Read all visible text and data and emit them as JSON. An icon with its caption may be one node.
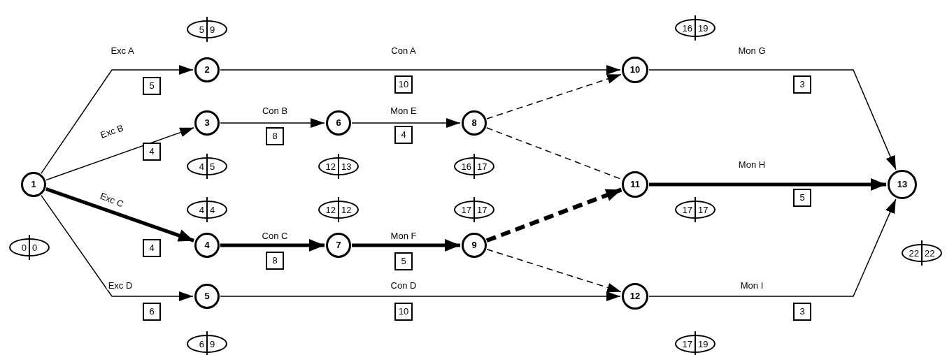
{
  "diagram": {
    "nodes": [
      {
        "text": [
          "1"
        ],
        "beside": [
          "0",
          "0"
        ]
      },
      {
        "text": [
          "2"
        ],
        "beside": [
          "5",
          "9"
        ]
      },
      {
        "text": [
          "3"
        ],
        "beside": [
          "4",
          "5"
        ]
      },
      {
        "text": [
          "4"
        ],
        "beside": [
          "4",
          "4"
        ]
      },
      {
        "text": [
          "5"
        ],
        "beside": [
          "6",
          "9"
        ]
      },
      {
        "text": [
          "6"
        ],
        "beside": [
          "12",
          "13"
        ]
      },
      {
        "text": [
          "7"
        ],
        "beside": [
          "12",
          "12"
        ]
      },
      {
        "text": [
          "8"
        ],
        "beside": [
          "16",
          "17"
        ]
      },
      {
        "text": [
          "9"
        ],
        "beside": [
          "17",
          "17"
        ]
      },
      {
        "text": [
          "10"
        ],
        "beside": [
          "16",
          "19"
        ]
      },
      {
        "text": [
          "11"
        ],
        "beside": [
          "17",
          "17"
        ]
      },
      {
        "text": [
          "12"
        ],
        "beside": [
          "17",
          "19"
        ]
      },
      {
        "text": [
          "13"
        ],
        "beside": [
          "22",
          "22"
        ]
      },
      {
        "text": [
          "5"
        ]
      },
      {
        "text": [
          "10"
        ]
      },
      {
        "text": [
          "4"
        ]
      },
      {
        "text": [
          "8"
        ]
      },
      {
        "text": [
          "4"
        ]
      },
      {
        "text": [
          "4"
        ]
      },
      {
        "text": [
          "8"
        ]
      },
      {
        "text": [
          "5"
        ]
      },
      {
        "text": [
          "6"
        ]
      },
      {
        "text": [
          "10"
        ]
      },
      {
        "text": [
          "3"
        ]
      },
      {
        "text": [
          "5"
        ]
      },
      {
        "text": [
          "3"
        ]
      }
    ],
    "edges": [
      {
        "from": 0,
        "to": 1,
        "arrow": "to",
        "label": "Exc A"
      },
      {
        "from": 0,
        "to": 2,
        "arrow": "to",
        "label": "Exc B"
      },
      {
        "from": 0,
        "to": 3,
        "arrow": "to",
        "label": "Exc C",
        "style": "thick"
      },
      {
        "from": 0,
        "to": 4,
        "arrow": "to",
        "label": "Exc D"
      },
      {
        "from": 1,
        "to": 9,
        "arrow": "to",
        "label": "Con A"
      },
      {
        "from": 2,
        "to": 5,
        "arrow": "to",
        "label": "Con B"
      },
      {
        "from": 5,
        "to": 7,
        "arrow": "to",
        "label": "Mon E"
      },
      {
        "from": 3,
        "to": 6,
        "arrow": "to",
        "label": "Con C",
        "style": "thick"
      },
      {
        "from": 6,
        "to": 8,
        "arrow": "to",
        "label": "Mon F",
        "style": "thick"
      },
      {
        "from": 4,
        "to": 11,
        "arrow": "to",
        "label": "Con D"
      },
      {
        "from": 7,
        "to": 9,
        "arrow": "to",
        "style": "dashed"
      },
      {
        "from": 7,
        "to": 10,
        "arrow": "none",
        "style": "dashed"
      },
      {
        "from": 8,
        "to": 10,
        "arrow": "to",
        "style": "dashed"
      },
      {
        "from": 8,
        "to": 11,
        "arrow": "to",
        "style": "dashed"
      },
      {
        "from": 9,
        "to": 12,
        "arrow": "to",
        "label": "Mon G"
      },
      {
        "from": 10,
        "to": 12,
        "arrow": "to",
        "label": "Mon H",
        "style": "thick"
      },
      {
        "from": 11,
        "to": 12,
        "arrow": "to",
        "label": "Mon I"
      }
    ]
  }
}
